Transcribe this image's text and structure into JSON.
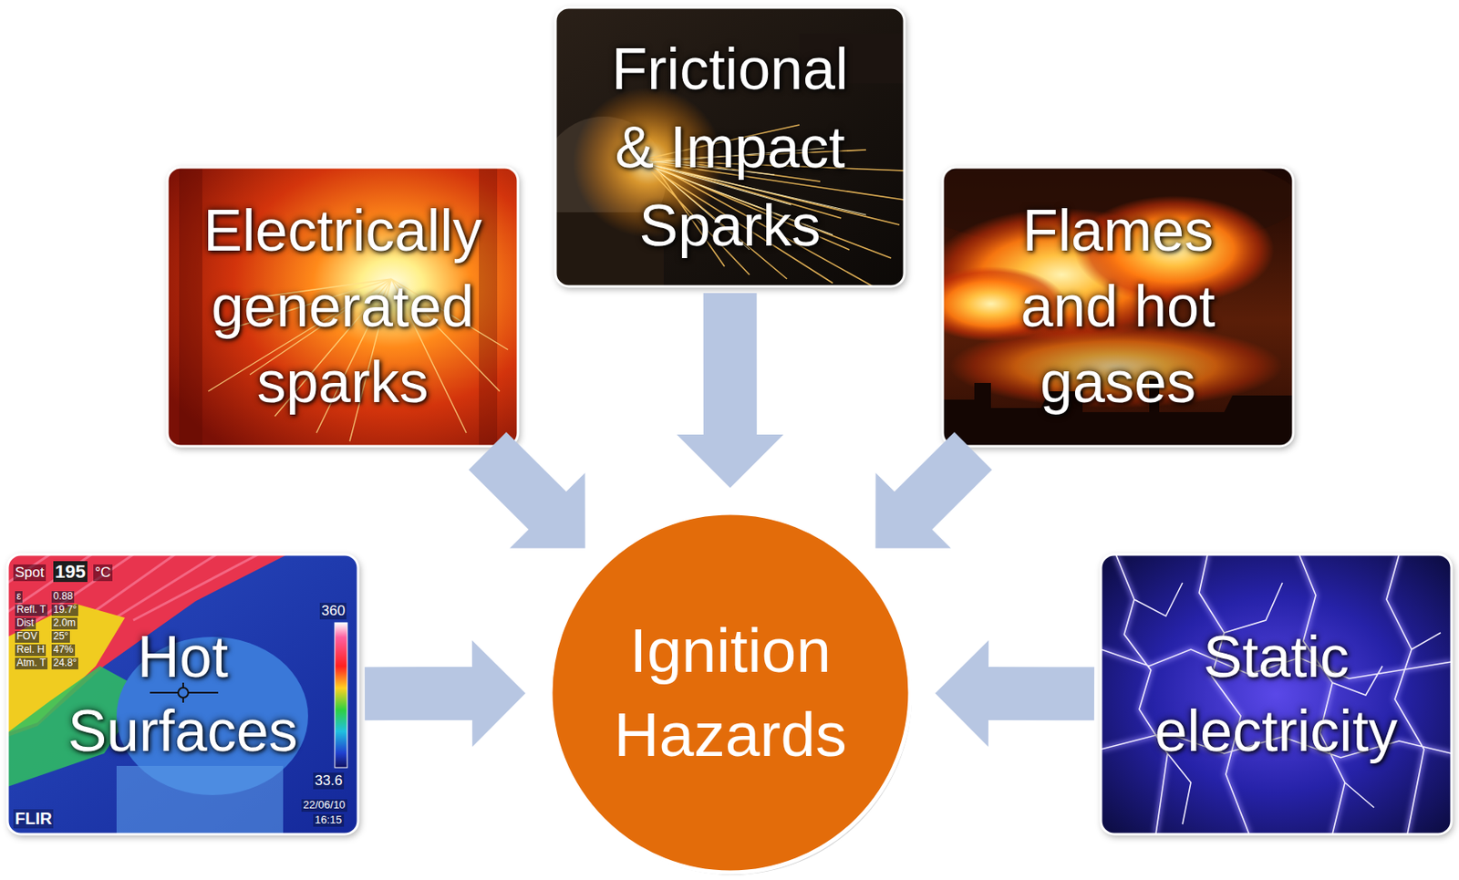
{
  "diagram": {
    "nodes": [
      {
        "text": [
          "Frictional & Impact Sparks"
        ]
      },
      {
        "text": [
          "Electrically generated sparks"
        ]
      },
      {
        "text": [
          "Flames and hot gases"
        ]
      },
      {
        "text": [
          "Hot Surfaces"
        ]
      },
      {
        "text": [
          "Ignition Hazards"
        ]
      },
      {
        "text": [
          "Static electricity"
        ]
      }
    ],
    "edges": [
      {
        "from": 0,
        "to": 4,
        "arrow": "to"
      },
      {
        "from": 1,
        "to": 4,
        "arrow": "to"
      },
      {
        "from": 2,
        "to": 4,
        "arrow": "to"
      },
      {
        "from": 3,
        "to": 4,
        "arrow": "to"
      },
      {
        "from": 5,
        "to": 4,
        "arrow": "to"
      }
    ],
    "labels": [
      "Spot",
      "195",
      "°C",
      "ε",
      "0.88",
      "Refl. T",
      "19.7°",
      "Dist",
      "2.0m",
      "FOV",
      "25°",
      "Rel. H",
      "47%",
      "Atm. T",
      "24.8°",
      "360",
      "33.6",
      "22/06/10",
      "16:15",
      "FLIR"
    ]
  }
}
